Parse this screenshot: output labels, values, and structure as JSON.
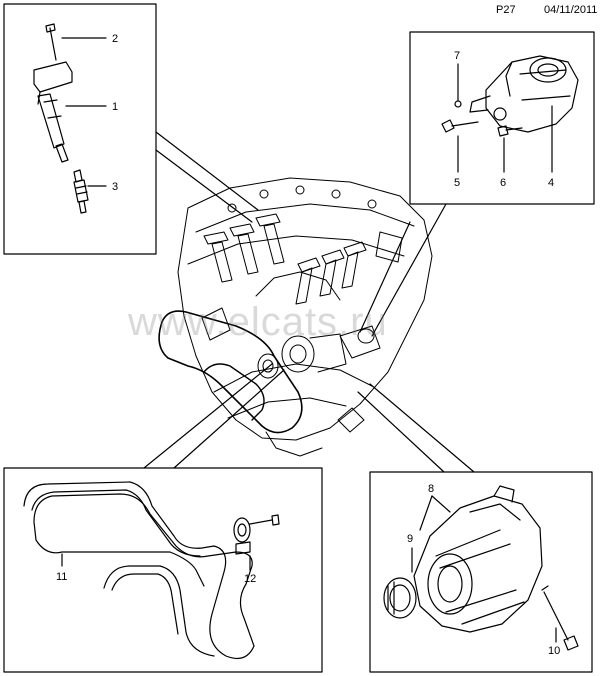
{
  "header": {
    "page_code": "P27",
    "date": "04/11/2011"
  },
  "watermark": "www.elcats.ru",
  "callouts": {
    "c1": "1",
    "c2": "2",
    "c3": "3",
    "c4": "4",
    "c5": "5",
    "c6": "6",
    "c7": "7",
    "c8": "8",
    "c9": "9",
    "c10": "10",
    "c11": "11",
    "c12": "12"
  }
}
